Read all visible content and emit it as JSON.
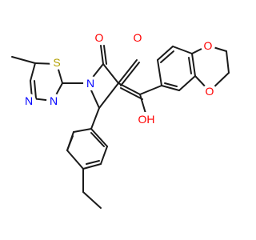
{
  "atoms": {
    "o_ketone_left": "O",
    "o_ketone_right": "O",
    "n_pyrrolidine": "N",
    "s_thiadiazole": "S",
    "n_thiadiazole_1": "N",
    "n_thiadiazole_2": "N",
    "o_hydroxyl": "OH",
    "o_dioxine_top": "O",
    "o_dioxine_bottom": "O"
  },
  "colors": {
    "bond": "#1a1a1a",
    "oxygen": "#ff0000",
    "nitrogen": "#0000ff",
    "sulfur": "#b2a000"
  }
}
